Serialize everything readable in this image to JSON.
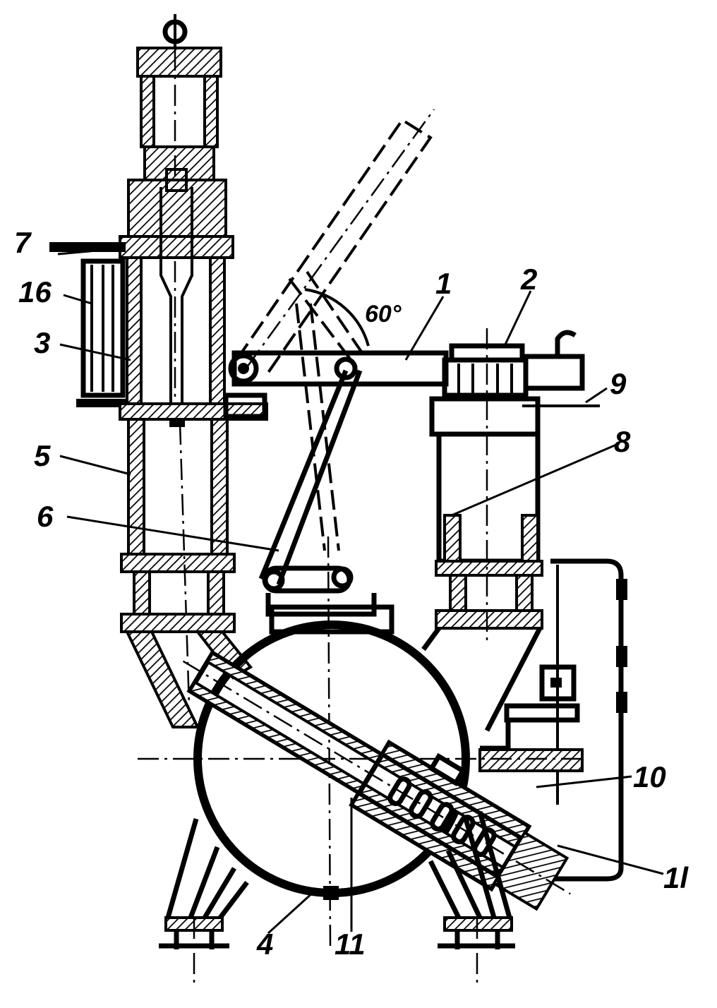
{
  "labels": {
    "l1": "1",
    "l2": "2",
    "l3": "3",
    "l4": "4",
    "l5": "5",
    "l6": "6",
    "l7": "7",
    "l8": "8",
    "l9": "9",
    "l10": "10",
    "l11a": "11",
    "l11b": "1l",
    "l16": "16"
  },
  "angle": "60°"
}
